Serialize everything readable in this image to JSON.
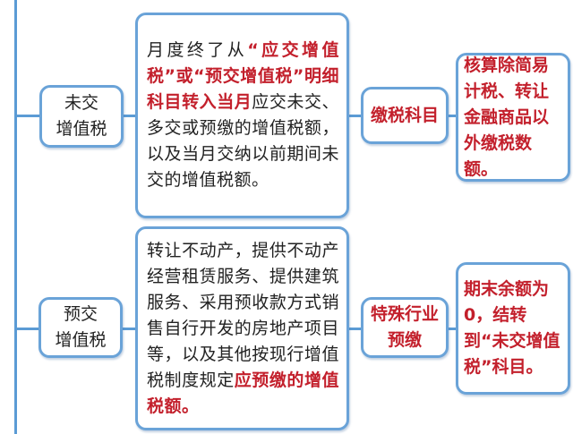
{
  "colors": {
    "border": "#6aa3d8",
    "accent_red": "#c3202c",
    "line": "#5b9bd5"
  },
  "row1": {
    "category": [
      "未交",
      "增值税"
    ],
    "description": [
      {
        "text": "月度终了从",
        "red": false
      },
      {
        "text": "“应交增值税”或“预交增值税”明细科目转入当月",
        "red": true
      },
      {
        "text": "应交未交、多交或预缴的增值税额，以及当月交纳以前期间未交的增值税额。",
        "red": false
      }
    ],
    "usage": "缴税科目",
    "note": "核算除简易计税、转让金融商品以外缴税数额。"
  },
  "row2": {
    "category": [
      "预交",
      "增值税"
    ],
    "description": [
      {
        "text": "转让不动产，提供不动产经营租赁服务、提供建筑服务、采用预收款方式销售自行开发的房地产项目等，以及其他按现行增值税制度规定",
        "red": false
      },
      {
        "text": "应预缴的增值税额。",
        "red": true
      }
    ],
    "usage": [
      "特殊行业",
      "预缴"
    ],
    "note": "期末余额为0，结转到“未交增值税”科目。"
  }
}
